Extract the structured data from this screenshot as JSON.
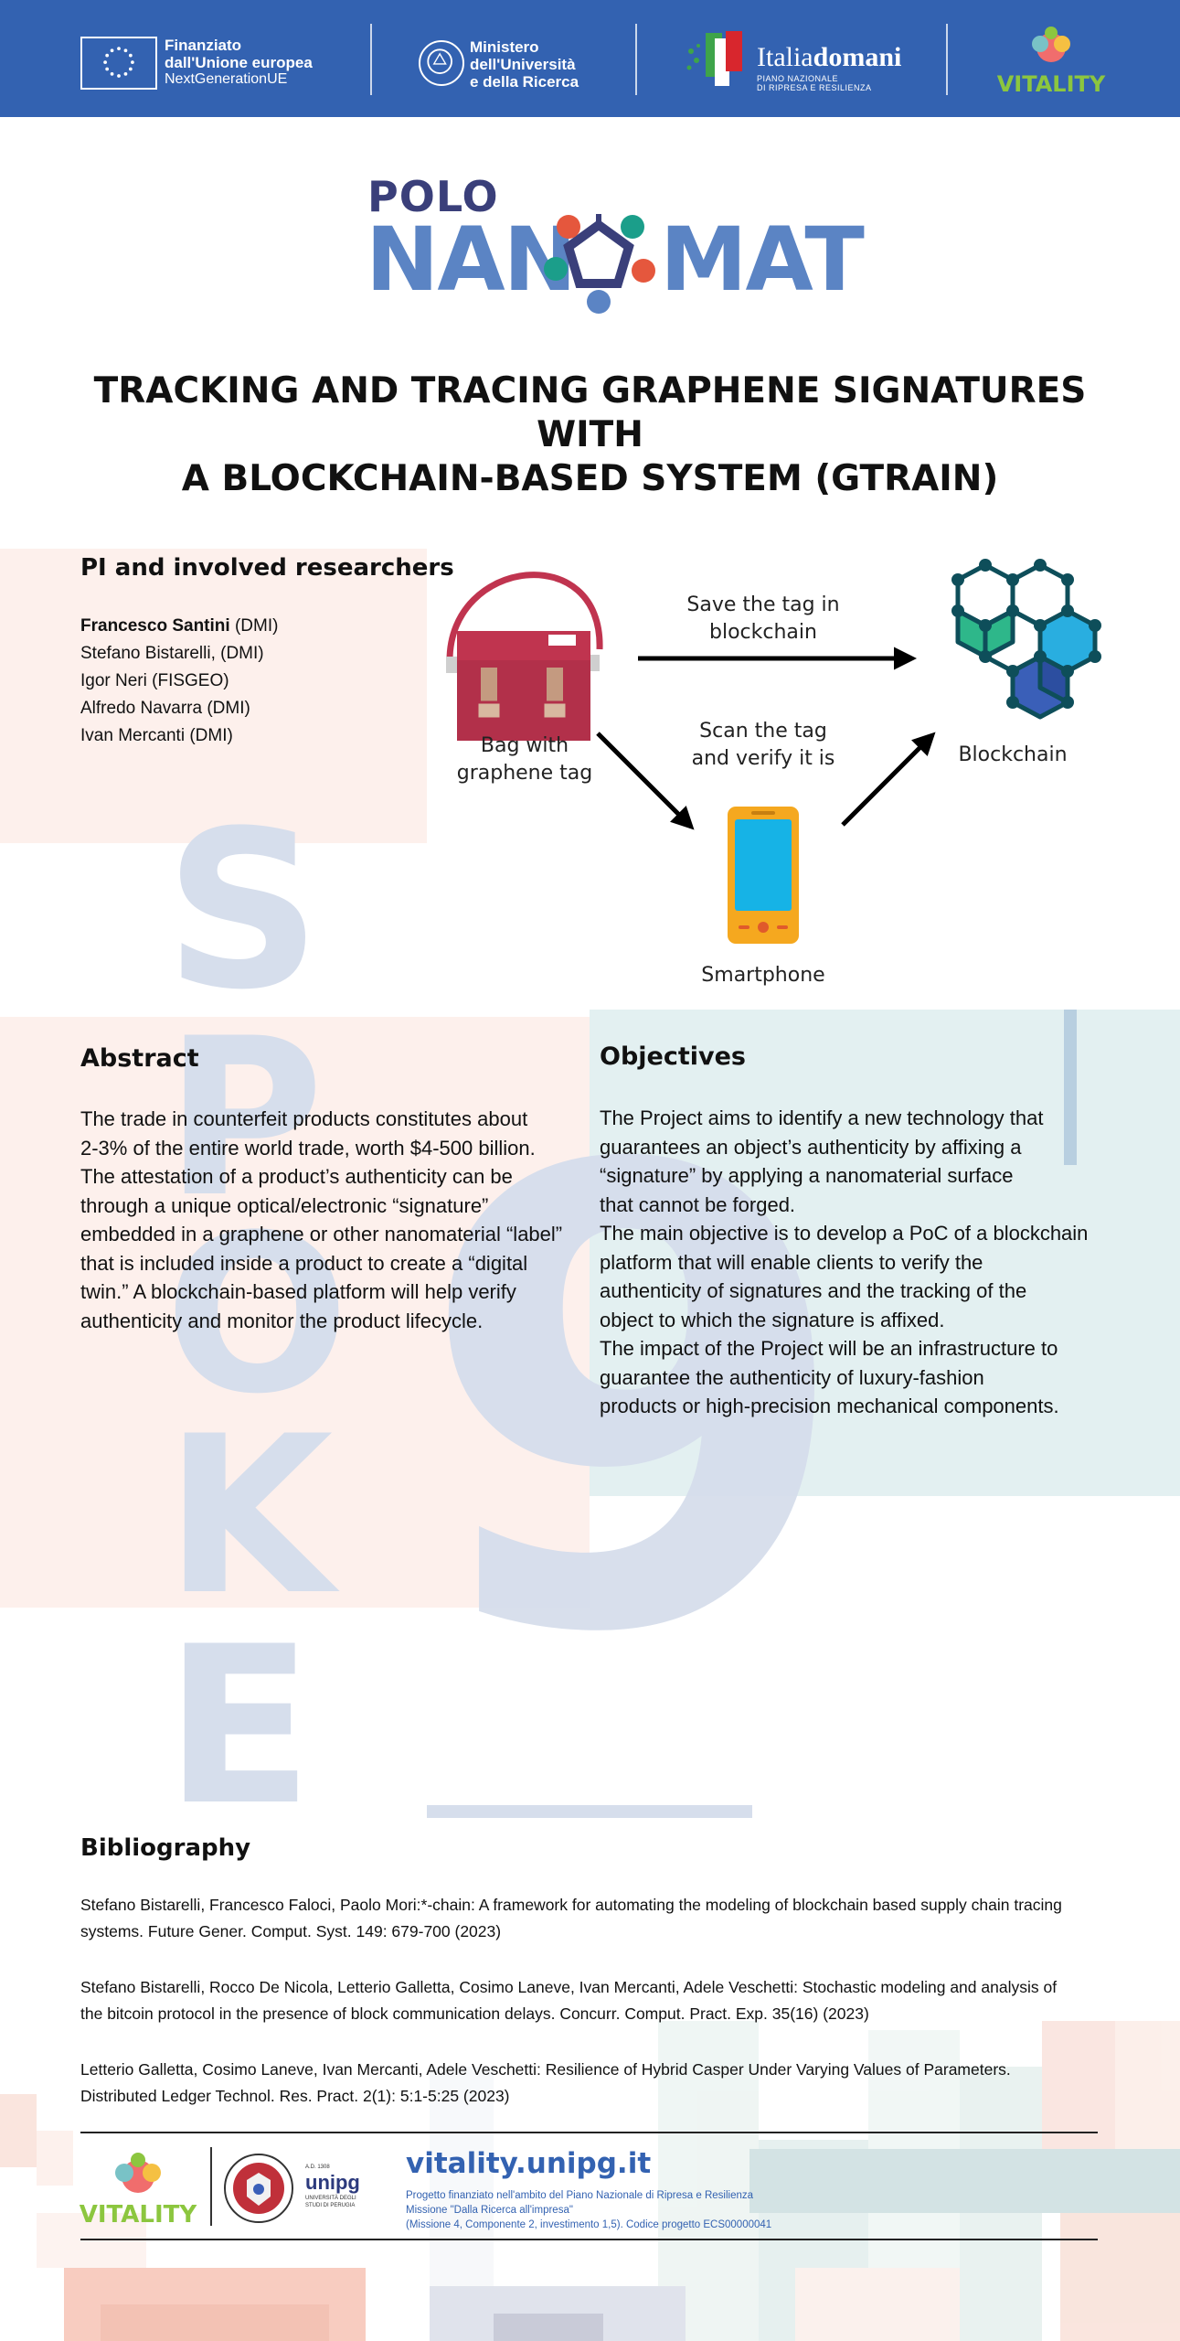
{
  "banner": {
    "eu_line1": "Finanziato",
    "eu_line2": "dall'Unione europea",
    "eu_line3": "NextGenerationUE",
    "mur_line1": "Ministero",
    "mur_line2": "dell'Università",
    "mur_line3": "e della Ricerca",
    "italia_a": "Italia",
    "italia_b": "domani",
    "italia_sub1": "PIANO NAZIONALE",
    "italia_sub2": "DI RIPRESA E RESILIENZA",
    "vitality": "VITALITY"
  },
  "logo": {
    "polo": "POLO",
    "nano": "NAN",
    "mat": "MAT"
  },
  "title_line1": "TRACKING AND TRACING GRAPHENE SIGNATURES WITH",
  "title_line2": "A BLOCKCHAIN-BASED SYSTEM (GTRAIN)",
  "researchers": {
    "heading": "PI and involved researchers",
    "pi_name": "Francesco Santini",
    "pi_affil": " (DMI)",
    "list": [
      "Stefano Bistarelli, (DMI)",
      "Igor Neri (FISGEO)",
      "Alfredo Navarra (DMI)",
      "Ivan Mercanti (DMI)"
    ]
  },
  "diagram": {
    "bag_line1": "Bag with",
    "bag_line2": "graphene tag",
    "save_line1": "Save the tag in",
    "save_line2": "blockchain",
    "scan_line1": "Scan the tag",
    "scan_line2": "and verify it is",
    "blockchain": "Blockchain",
    "smartphone": "Smartphone"
  },
  "background_letters": [
    "S",
    "P",
    "O",
    "K",
    "E",
    "9"
  ],
  "abstract": {
    "heading": "Abstract",
    "lines": [
      "The trade in counterfeit products constitutes about",
      "2-3% of the entire world trade, worth $4-500 billion.",
      "The attestation of a product’s authenticity can be",
      "through a unique optical/electronic “signature”",
      "embedded in a graphene or other nanomaterial “label”",
      "that is included inside a product to create a “digital",
      "twin.” A blockchain-based platform will help verify",
      "authenticity and monitor the product lifecycle."
    ]
  },
  "objectives": {
    "heading": "Objectives",
    "lines": [
      "The Project aims to identify a new technology that",
      "guarantees an object’s authenticity by affixing a",
      "“signature” by applying a nanomaterial surface",
      "that cannot be forged.",
      "The main objective is to develop a PoC of a blockchain",
      "platform that will enable clients to verify the",
      "authenticity of signatures and the tracking of the",
      "object to which the signature is affixed.",
      "The impact of the Project will be an infrastructure to",
      "guarantee the authenticity of luxury-fashion",
      "products or high-precision mechanical components."
    ]
  },
  "bibliography": {
    "heading": "Bibliography",
    "entries": [
      [
        "Stefano Bistarelli, Francesco Faloci, Paolo Mori:*-chain: A framework for automating the modeling of blockchain based supply chain tracing",
        "systems. Future Gener. Comput. Syst. 149: 679-700 (2023)"
      ],
      [
        "Stefano Bistarelli, Rocco De Nicola, Letterio Galletta, Cosimo Laneve, Ivan Mercanti, Adele Veschetti: Stochastic modeling and analysis of",
        "the bitcoin protocol in the presence of block communication delays. Concurr. Comput. Pract. Exp. 35(16) (2023)"
      ],
      [
        "Letterio Galletta, Cosimo Laneve, Ivan Mercanti, Adele Veschetti: Resilience of Hybrid Casper Under Varying Values of Parameters.",
        "Distributed Ledger Technol. Res. Pract. 2(1): 5:1-5:25 (2023)"
      ]
    ]
  },
  "footer": {
    "vitality": "VITALITY",
    "unipg": "unipg",
    "unipg_sub": "UNIVERSITÀ DEGLI STUDI DI PERUGIA",
    "unipg_year": "A.D. 1308",
    "url": "vitality.unipg.it",
    "note1": "Progetto finanziato nell'ambito del Piano Nazionale di Ripresa e Resilienza",
    "note2": "Missione \"Dalla Ricerca all'impresa\"",
    "note3": "(Missione 4, Componente 2, investimento 1,5). Codice progetto ECS00000041"
  },
  "colors": {
    "banner": "#3362b1",
    "logo_blue": "#5b84c4",
    "logo_dark": "#3a3f7a",
    "pink_bg": "#fdf0ec",
    "teal_bg": "#e3f0f1",
    "letter_fill": "#d6deec"
  }
}
